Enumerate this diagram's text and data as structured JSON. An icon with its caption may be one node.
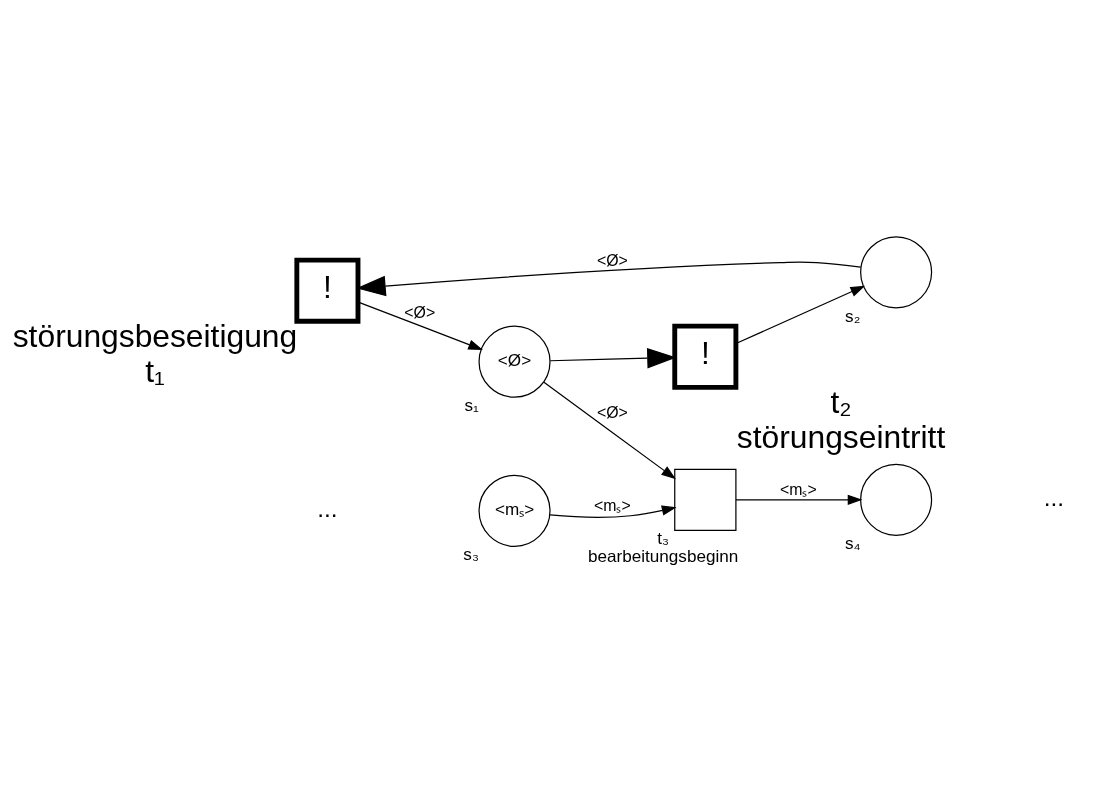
{
  "diagram": {
    "nodes": [
      {
        "text": [
          "!"
        ],
        "beside": [
          "störungsbeseitigung",
          "t₁"
        ]
      },
      {
        "text": [
          "<Ø>"
        ],
        "beside": [
          "s₁"
        ]
      },
      {
        "text": [
          "!"
        ],
        "beside": [
          "t₂",
          "störungseintritt"
        ]
      },
      {
        "text": [],
        "shape": "circle",
        "beside": [
          "s₂"
        ]
      },
      {
        "text": [
          "<mₛ>"
        ],
        "beside": [
          "s₃"
        ]
      },
      {
        "text": [],
        "shape": "box",
        "beside": [
          "t₃",
          "bearbeitungsbeginn"
        ]
      },
      {
        "text": [],
        "shape": "circle",
        "beside": [
          "s₄"
        ]
      }
    ],
    "edges": [
      {
        "from": 0,
        "to": 1,
        "arrow": "to",
        "label": "<Ø>"
      },
      {
        "from": 1,
        "to": 2,
        "arrow": "to"
      },
      {
        "from": 2,
        "to": 3,
        "arrow": "to"
      },
      {
        "from": 3,
        "to": 0,
        "arrow": "to",
        "label": "<Ø>"
      },
      {
        "from": 1,
        "to": 5,
        "arrow": "to",
        "label": "<Ø>"
      },
      {
        "from": 4,
        "to": 5,
        "arrow": "to",
        "label": "<mₛ>"
      },
      {
        "from": 5,
        "to": 6,
        "arrow": "to",
        "label": "<mₛ>"
      }
    ],
    "labels": [
      "...",
      "..."
    ]
  }
}
